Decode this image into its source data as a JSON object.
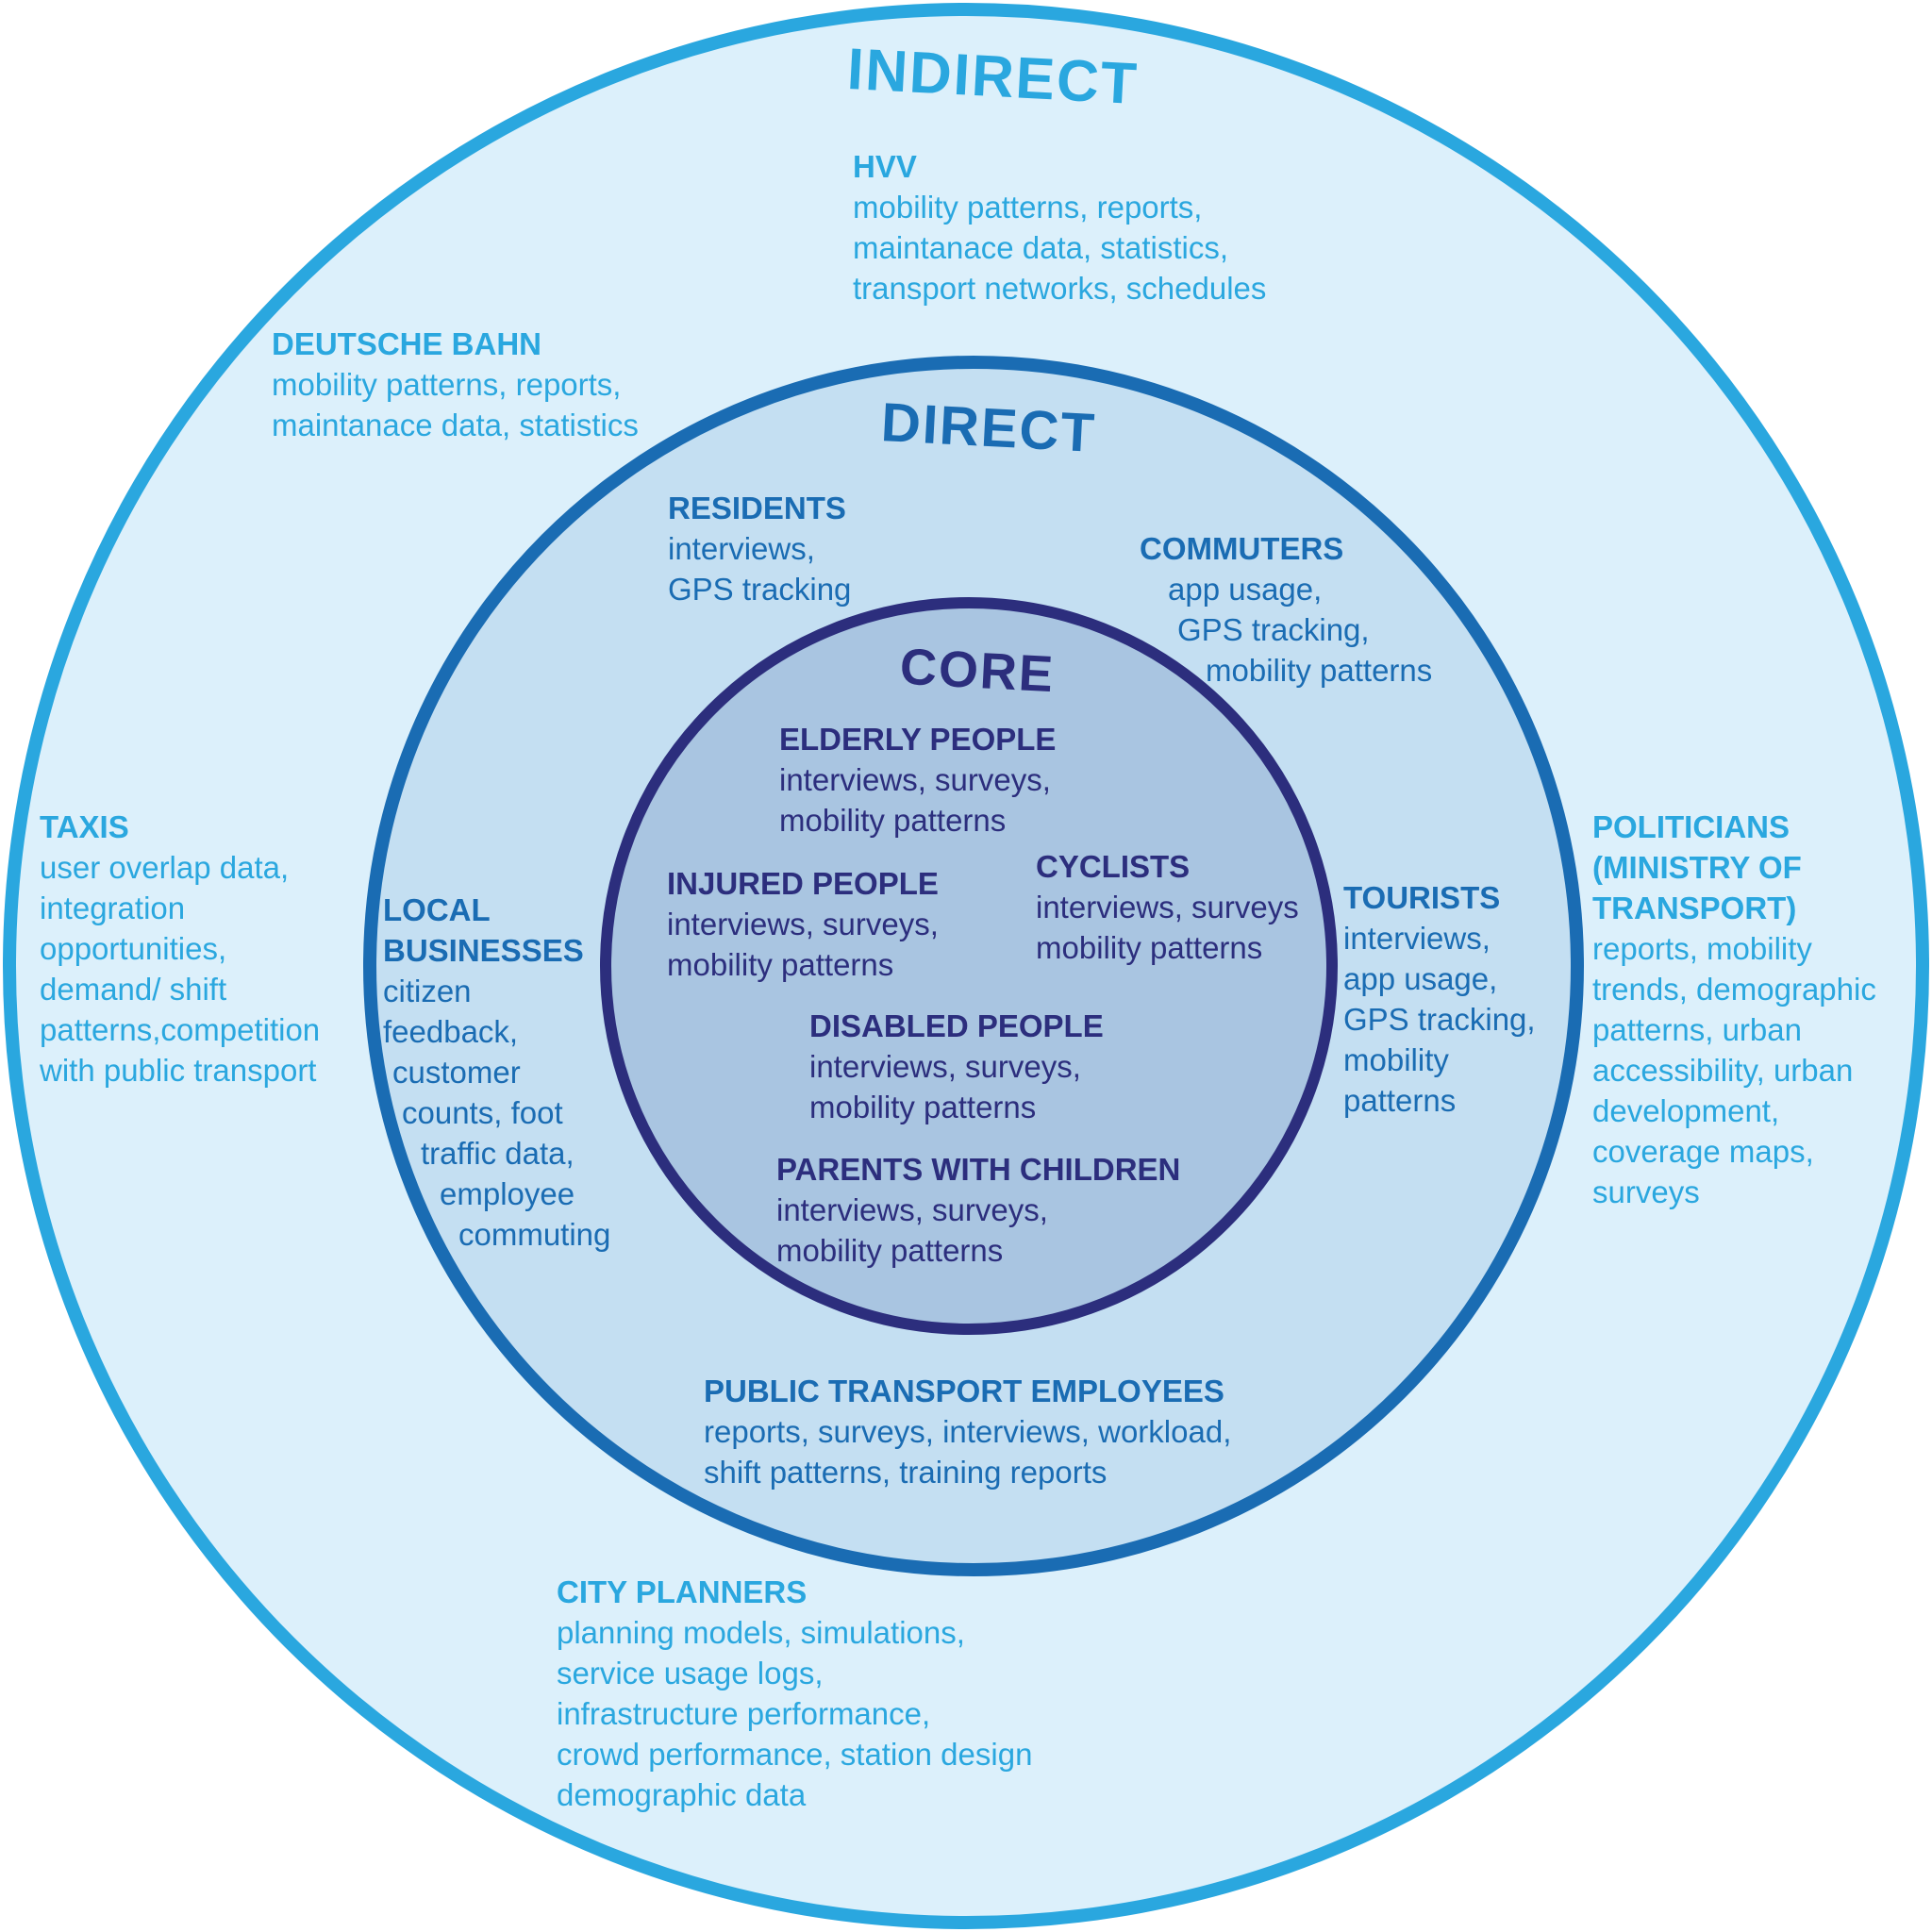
{
  "colors": {
    "indirect_fill": "#dcf0fb",
    "indirect_stroke": "#2aa7df",
    "direct_fill": "#c4dff2",
    "direct_stroke": "#1a6cb3",
    "core_fill": "#a9c5e1",
    "core_stroke": "#2c2e7d",
    "indirect_text": "#2aa7df",
    "direct_text": "#1a6cb3",
    "core_text": "#2c2e7d"
  },
  "rings": {
    "indirect": "INDIRECT",
    "direct": "DIRECT",
    "core": "CORE"
  },
  "groups": {
    "hvv": {
      "title": [
        "HVV"
      ],
      "lines": [
        "mobility patterns, reports,",
        "maintanace data, statistics,",
        "transport networks, schedules"
      ]
    },
    "deutsche_bahn": {
      "title": [
        "DEUTSCHE BAHN"
      ],
      "lines": [
        "mobility patterns, reports,",
        "maintanace data, statistics"
      ]
    },
    "taxis": {
      "title": [
        "TAXIS"
      ],
      "lines": [
        "user overlap data,",
        "integration",
        "opportunities,",
        "demand/ shift",
        "patterns,competition",
        "with public transport"
      ]
    },
    "politicians": {
      "title": [
        "POLITICIANS",
        "(MINISTRY OF",
        "TRANSPORT)"
      ],
      "lines": [
        "reports, mobility",
        "trends, demographic",
        "patterns, urban",
        "accessibility, urban",
        "development,",
        "coverage maps,",
        "surveys"
      ]
    },
    "city_planners": {
      "title": [
        "CITY PLANNERS"
      ],
      "lines": [
        "planning models, simulations,",
        "service usage logs,",
        "infrastructure performance,",
        "crowd performance, station design",
        "demographic data"
      ]
    },
    "residents": {
      "title": [
        "RESIDENTS"
      ],
      "lines": [
        "interviews,",
        "GPS tracking"
      ]
    },
    "commuters": {
      "title": [
        "COMMUTERS"
      ],
      "lines": [
        "app usage,",
        "GPS tracking,",
        "mobility patterns"
      ]
    },
    "local_businesses": {
      "title": [
        "LOCAL",
        "BUSINESSES"
      ],
      "lines": [
        "citizen",
        "feedback,",
        "customer",
        "counts, foot",
        "traffic data,",
        "employee",
        "commuting"
      ]
    },
    "tourists": {
      "title": [
        "TOURISTS"
      ],
      "lines": [
        "interviews,",
        "app usage,",
        "GPS tracking,",
        "mobility",
        "patterns"
      ]
    },
    "pt_employees": {
      "title": [
        "PUBLIC TRANSPORT EMPLOYEES"
      ],
      "lines": [
        "reports, surveys, interviews, workload,",
        "shift patterns, training reports"
      ]
    },
    "elderly": {
      "title": [
        "ELDERLY PEOPLE"
      ],
      "lines": [
        "interviews, surveys,",
        "mobility patterns"
      ]
    },
    "injured": {
      "title": [
        "INJURED PEOPLE"
      ],
      "lines": [
        "interviews, surveys,",
        "mobility patterns"
      ]
    },
    "cyclists": {
      "title": [
        "CYCLISTS"
      ],
      "lines": [
        "interviews, surveys",
        "mobility patterns"
      ]
    },
    "disabled": {
      "title": [
        "DISABLED PEOPLE"
      ],
      "lines": [
        "interviews, surveys,",
        "mobility patterns"
      ]
    },
    "parents": {
      "title": [
        "PARENTS WITH CHILDREN"
      ],
      "lines": [
        "interviews, surveys,",
        "mobility patterns"
      ]
    }
  }
}
